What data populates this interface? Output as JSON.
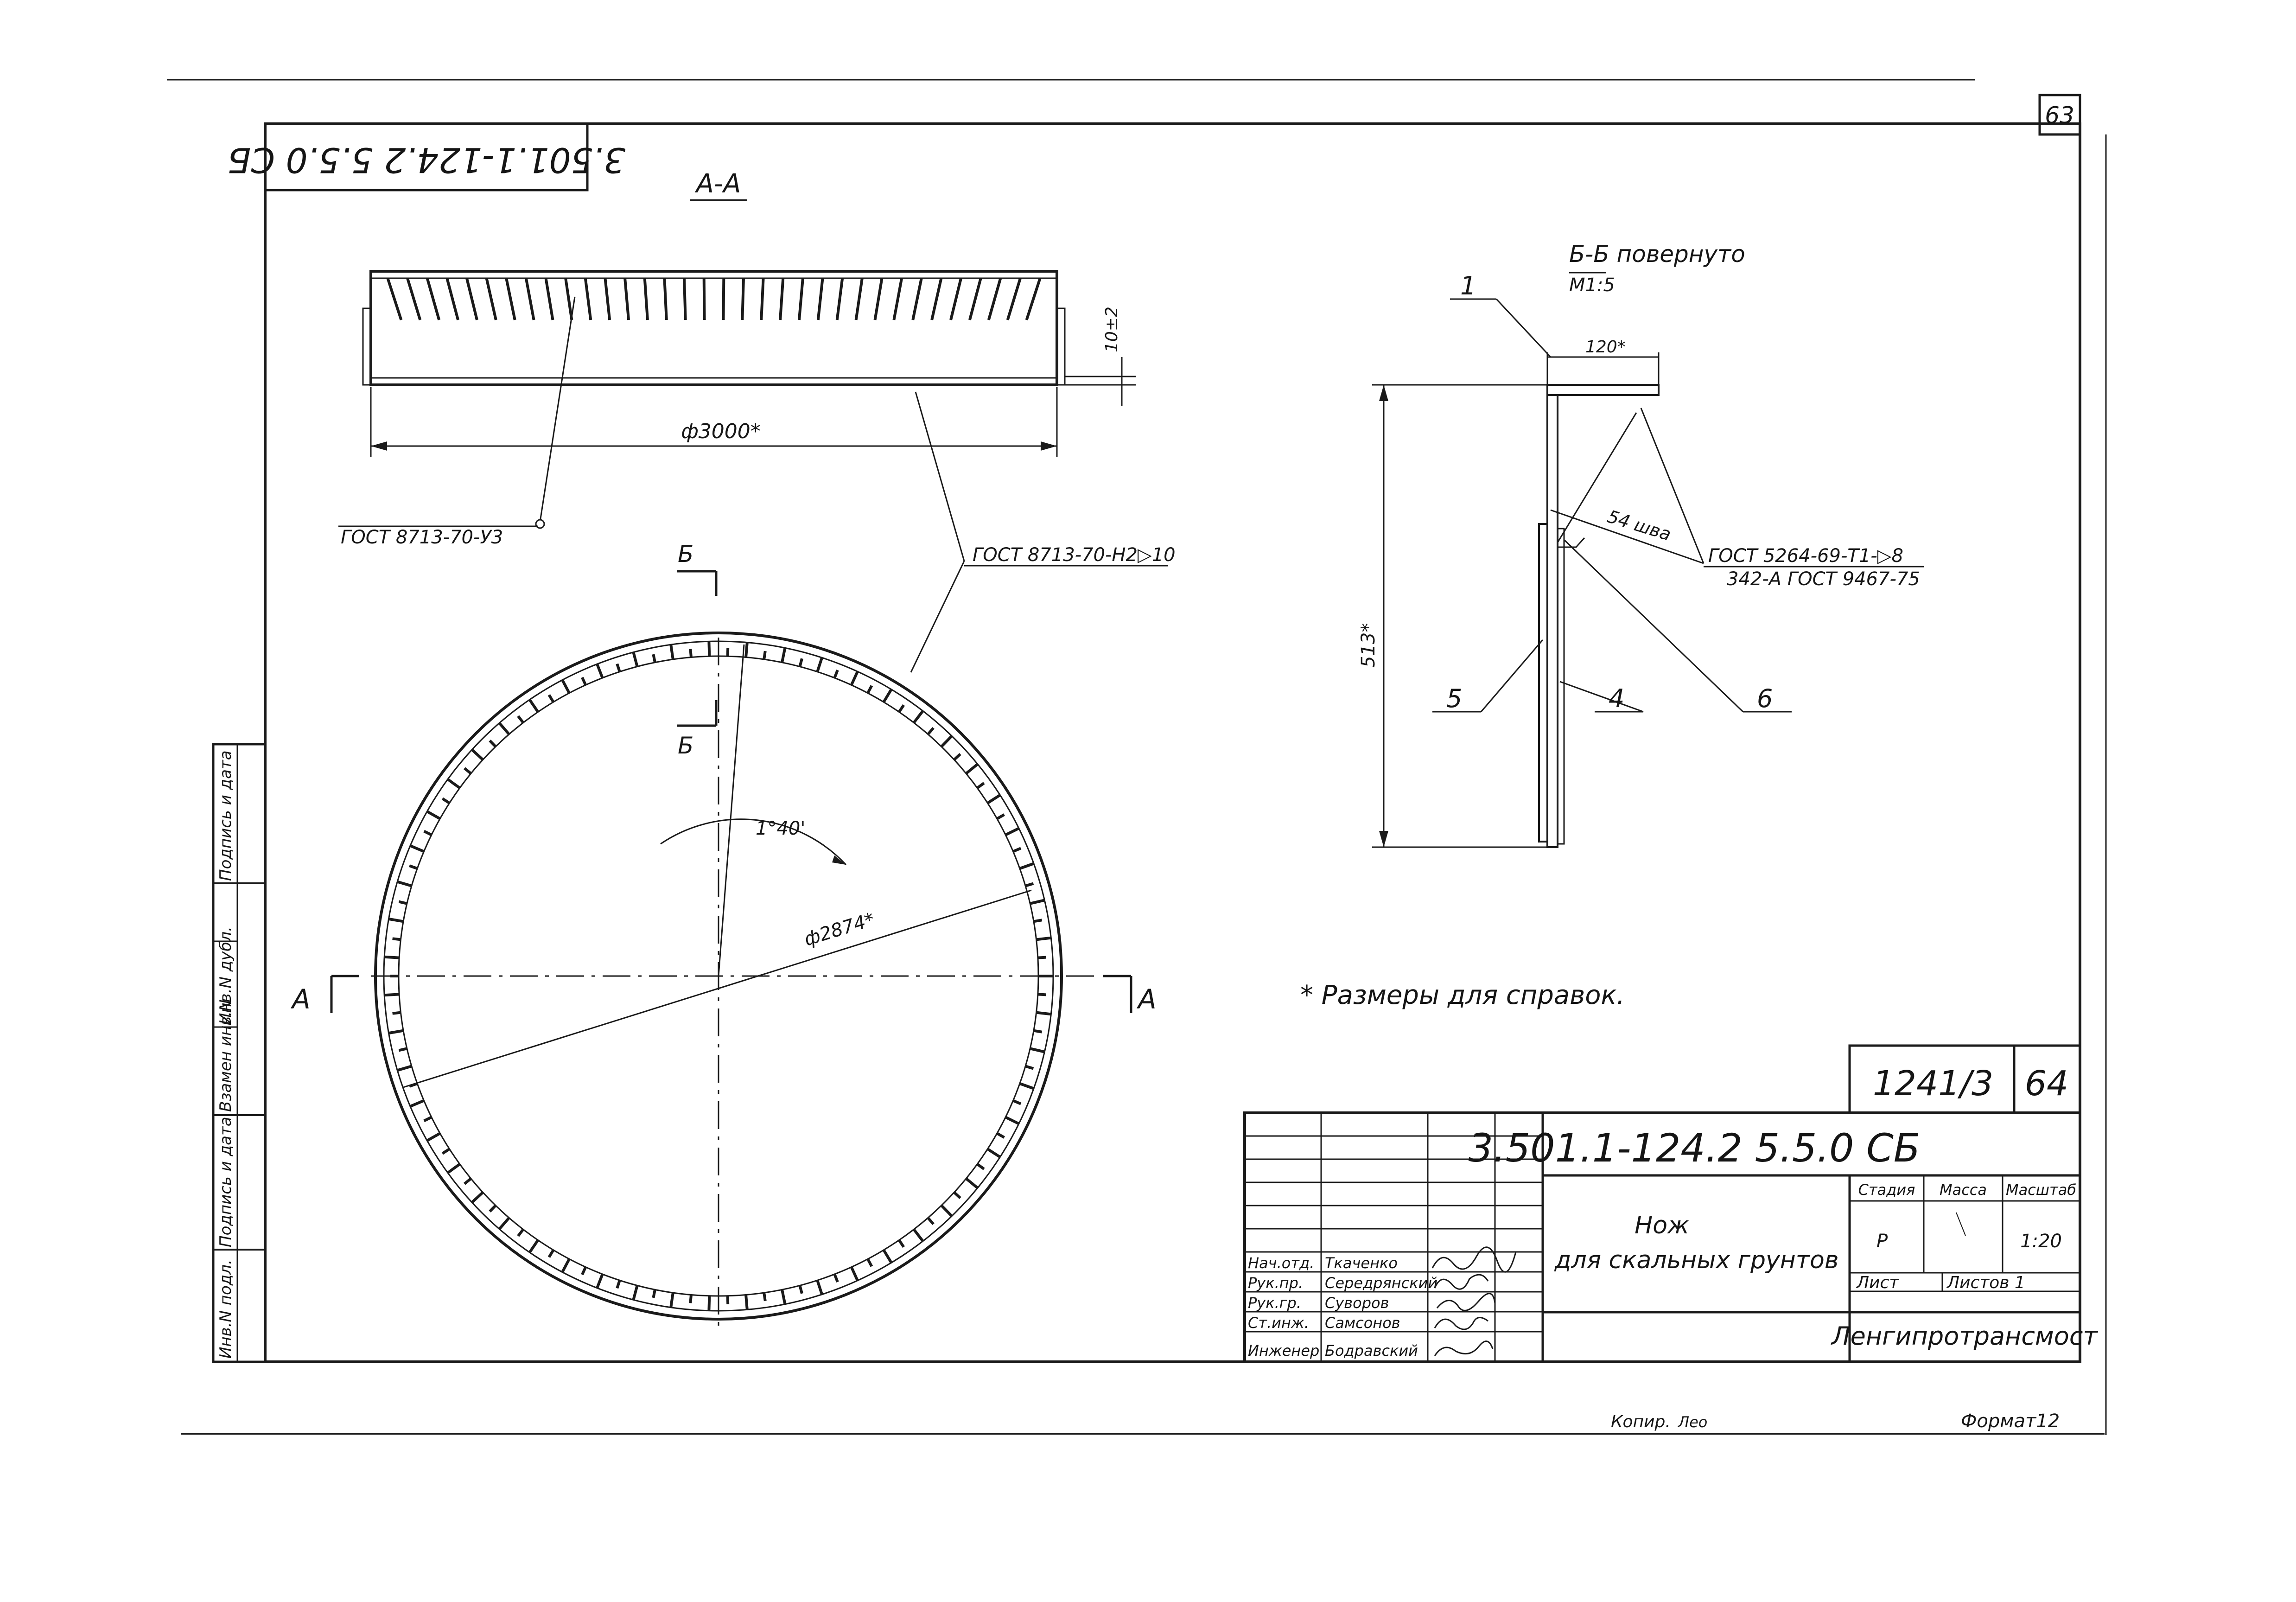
{
  "sheet": {
    "corner_sheet_number": "63",
    "rotated_stamp": "3.501.1-124.2 5.5.0 СБ",
    "page_number": "64",
    "album_code": "1241/3",
    "footer_copied": "Копир.",
    "footer_format": "Формат12",
    "copied_signature": "Лео"
  },
  "view_aa": {
    "title": "А-А",
    "diameter_label": "ф3000*",
    "height_label": "10±2",
    "weld_note_left": "ГОСТ 8713-70-У3",
    "weld_note_right": "ГОСТ 8713-70-Н2▷10"
  },
  "plan_view": {
    "section_mark_a": "А",
    "section_mark_b": "Б",
    "angle_label": "1°40'",
    "diameter_label": "ф2874*",
    "marks_count": 110
  },
  "section_bb": {
    "title": "Б-Б повернуто",
    "scale": "М1:5",
    "width_label": "120*",
    "height_label": "513*",
    "weld_count": "54 шва",
    "weld_note_1": "ГОСТ 5264-69-Т1-▷8",
    "weld_note_2": "342-А ГОСТ 9467-75",
    "callouts": [
      "1",
      "5",
      "4",
      "6"
    ]
  },
  "note": "* Размеры для справок.",
  "side_stamp": [
    "Инв.N подл.",
    "Подпись и дата",
    "Взамен инв.N",
    "Инв.N дубл.",
    "Подпись и дата"
  ],
  "title_block": {
    "designation": "3.501.1-124.2 5.5.0 СБ",
    "name_line1": "Нож",
    "name_line2": "для скальных грунтов",
    "col_stage": "Стадия",
    "col_mass": "Масса",
    "col_scale": "Масштаб",
    "stage_value": "Р",
    "scale_value": "1:20",
    "sheet_label": "Лист",
    "sheets_label": "Листов 1",
    "organization": "Ленгипротрансмост",
    "people": [
      {
        "role": "Нач.отд.",
        "name": "Ткаченко"
      },
      {
        "role": "Рук.пр.",
        "name": "Середрянский"
      },
      {
        "role": "Рук.гр.",
        "name": "Суворов"
      },
      {
        "role": "Ст.инж.",
        "name": "Самсонов"
      },
      {
        "role": "Инженер",
        "name": "Бодравский"
      }
    ]
  }
}
